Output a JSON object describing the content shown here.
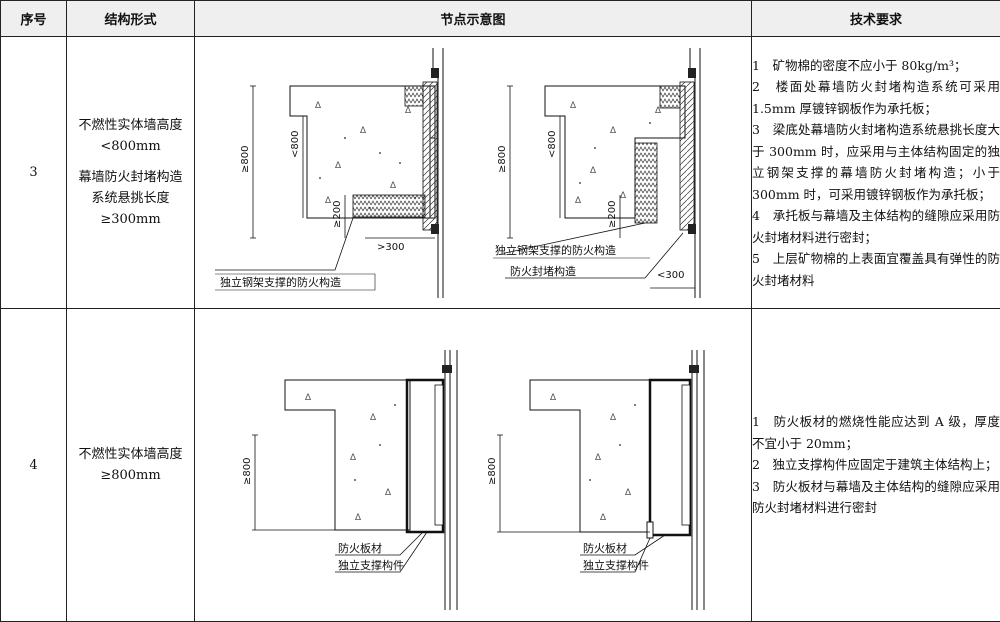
{
  "headers": {
    "no": "序号",
    "form": "结构形式",
    "diagram": "节点示意图",
    "req": "技术要求"
  },
  "rows": [
    {
      "no": "3",
      "form_lines": [
        "不燃性实体墙高度",
        "<800mm",
        "幕墙防火封堵构造",
        "系统悬挑长度",
        "≥300mm"
      ],
      "diagram": {
        "dim_h": "≥800",
        "dim_inner": "<800",
        "dim_200": "≥200",
        "dim_300_a": ">300",
        "dim_300_b": "<300",
        "label_a": "独立钢架支撑的防火构造",
        "label_b": "独立钢架支撑的防火构造",
        "label_c": "防火封堵构造"
      },
      "req": [
        "1　矿物棉的密度不应小于 80kg/m³；",
        "2　楼面处幕墙防火封堵构造系统可采用 1.5mm 厚镀锌钢板作为承托板；",
        "3　梁底处幕墙防火封堵构造系统悬挑长度大于 300mm 时，应采用与主体结构固定的独立钢架支撑的幕墙防火封堵构造；小于 300mm 时，可采用镀锌钢板作为承托板；",
        "4　承托板与幕墙及主体结构的缝隙应采用防火封堵材料进行密封；",
        "5　上层矿物棉的上表面宜覆盖具有弹性的防火封堵材料"
      ]
    },
    {
      "no": "4",
      "form_lines": [
        "不燃性实体墙高度",
        "≥800mm"
      ],
      "diagram": {
        "dim_h": "≥800",
        "label_board": "防火板材",
        "label_support": "独立支撑构件"
      },
      "req": [
        "1　防火板材的燃烧性能应达到 A 级，厚度不宜小于 20mm；",
        "2　独立支撑构件应固定于建筑主体结构上；",
        "3　防火板材与幕墙及主体结构的缝隙应采用防火封堵材料进行密封"
      ]
    }
  ]
}
